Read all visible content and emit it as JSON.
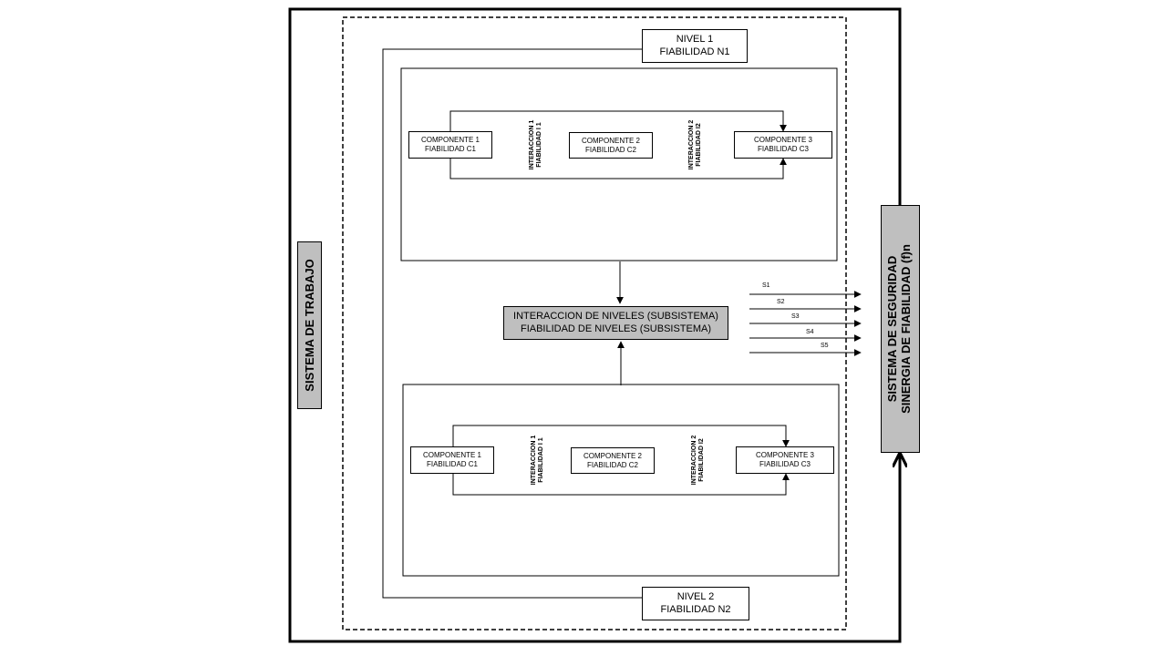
{
  "frames": {
    "sistema_trabajo": "SISTEMA DE TRABAJO",
    "sistema_seguridad_l1": "SISTEMA DE SEGURIDAD",
    "sistema_seguridad_l2": "SINERGIA DE FIABILIDAD (f)n"
  },
  "nivel1": {
    "line1": "NIVEL  1",
    "line2": "FIABILIDAD  N1"
  },
  "nivel2": {
    "line1": "NIVEL  2",
    "line2": "FIABILIDAD  N2"
  },
  "subsistema": {
    "line1": "INTERACCION  DE  NIVELES  (SUBSISTEMA)",
    "line2": "FIABILIDAD  DE  NIVELES  (SUBSISTEMA)"
  },
  "componentes": {
    "c1_l1": "COMPONENTE  1",
    "c1_l2": "FIABILIDAD  C1",
    "c2_l1": "COMPONENTE  2",
    "c2_l2": "FIABILIDAD  C2",
    "c3_l1": "COMPONENTE  3",
    "c3_l2": "FIABILIDAD  C3"
  },
  "interacciones": {
    "i1_l1": "INTERACCION  1",
    "i1_l2": "FIABILIDAD  I 1",
    "i2_l1": "INTERACCION  2",
    "i2_l2": "FIABILIDAD  I2"
  },
  "signals": [
    "S1",
    "S2",
    "S3",
    "S4",
    "S5"
  ],
  "colors": {
    "line": "#000000",
    "grey_fill": "#bfbfbf",
    "background": "#ffffff"
  }
}
